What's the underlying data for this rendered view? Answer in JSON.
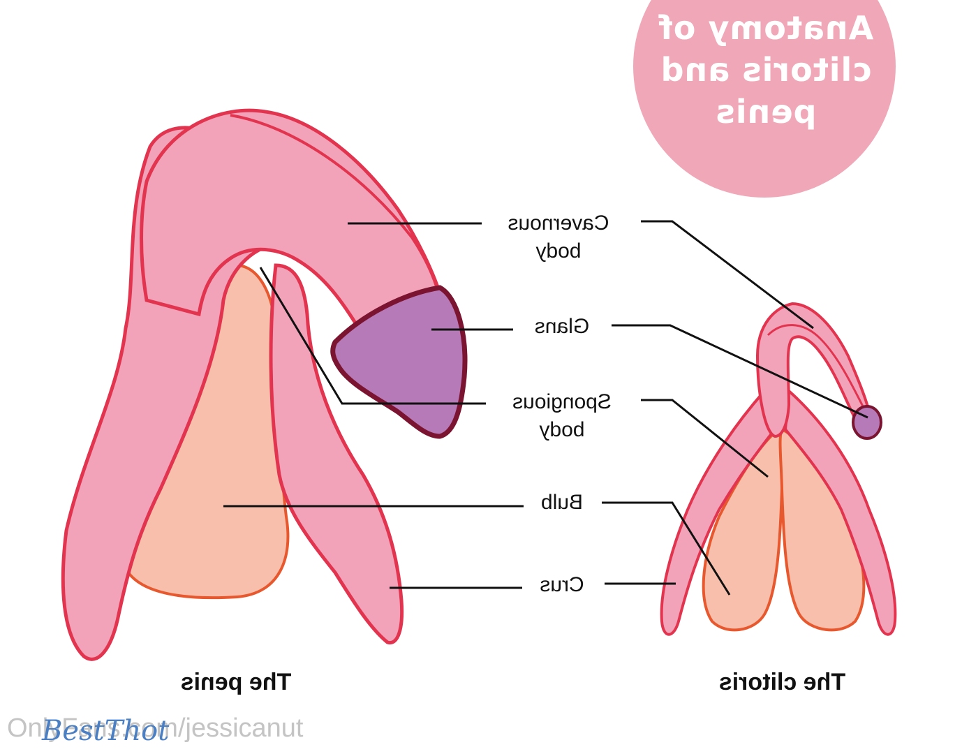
{
  "title": {
    "line1": "Anatomy of",
    "line2": "clitoris and",
    "line3": "penis"
  },
  "labels": {
    "cavernous_line1": "Cavernous",
    "cavernous_line2": "body",
    "glans": "Glans",
    "spongious_line1": "Spongious",
    "spongious_line2": "body",
    "bulb": "Bulb",
    "crus": "Crus"
  },
  "captions": {
    "penis": "The penis",
    "clitoris": "The clitoris"
  },
  "watermark": {
    "text": "OnlyFans.com/jessicanut",
    "logo": "BestThot"
  },
  "colors": {
    "title_circle": "#f0a8b8",
    "body_pink": "#f2a3b9",
    "outline_red": "#e2344f",
    "bulb_peach": "#f8c0ac",
    "bulb_outline": "#e8582e",
    "glans_purple": "#b77ab8",
    "glans_outline": "#7a1430"
  }
}
